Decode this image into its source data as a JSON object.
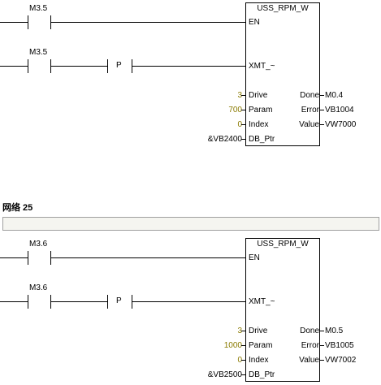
{
  "network25": {
    "label": "网络 25"
  },
  "rung1": {
    "contact_en": "M3.5",
    "contact_xmt": "M3.5",
    "edge": "P",
    "block": {
      "title": "USS_RPM_W",
      "en": "EN",
      "xmt": "XMT_~",
      "inputs": [
        {
          "pin": "Drive",
          "value": "3"
        },
        {
          "pin": "Param",
          "value": "700"
        },
        {
          "pin": "Index",
          "value": "0"
        },
        {
          "pin": "DB_Ptr",
          "value": "&VB2400"
        }
      ],
      "outputs": [
        {
          "pin": "Done",
          "value": "M0.4"
        },
        {
          "pin": "Error",
          "value": "VB1004"
        },
        {
          "pin": "Value",
          "value": "VW7000"
        }
      ]
    }
  },
  "rung2": {
    "contact_en": "M3.6",
    "contact_xmt": "M3.6",
    "edge": "P",
    "block": {
      "title": "USS_RPM_W",
      "en": "EN",
      "xmt": "XMT_~",
      "inputs": [
        {
          "pin": "Drive",
          "value": "3"
        },
        {
          "pin": "Param",
          "value": "1000"
        },
        {
          "pin": "Index",
          "value": "0"
        },
        {
          "pin": "DB_Ptr",
          "value": "&VB2500"
        }
      ],
      "outputs": [
        {
          "pin": "Done",
          "value": "M0.5"
        },
        {
          "pin": "Error",
          "value": "VB1005"
        },
        {
          "pin": "Value",
          "value": "VW7002"
        }
      ]
    }
  }
}
